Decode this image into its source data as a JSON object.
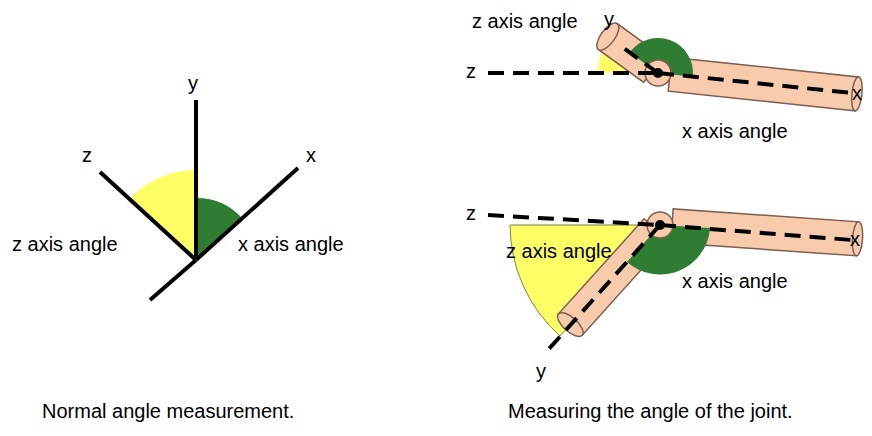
{
  "diagram": {
    "labels": [
      "y",
      "z",
      "x",
      "z axis angle",
      "x axis angle",
      "y",
      "z axis angle",
      "z",
      "x",
      "x axis angle",
      "z",
      "x",
      "z axis angle",
      "x axis angle",
      "y",
      "Normal angle measurement.",
      "Measuring the angle of the joint."
    ]
  }
}
